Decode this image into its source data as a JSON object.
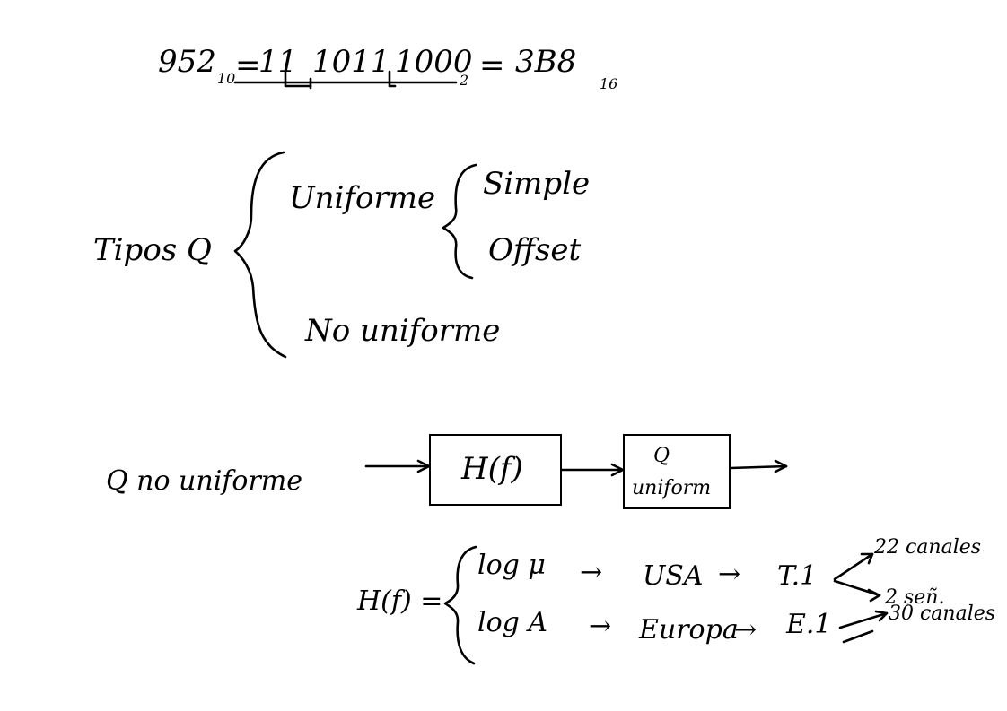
{
  "conversion": {
    "decimal_value": "952",
    "decimal_base": "10",
    "eq1": "=",
    "bits_group1": "11",
    "bits_group2": "1011",
    "bits_group3": "1000",
    "binary_base": "2",
    "eq2": "=",
    "hex_value": "3B8",
    "hex_base": "16"
  },
  "quantizer_types": {
    "label": "Tipos Q",
    "uniform": "Uniforme",
    "uniform_subtypes": [
      "Simple",
      "Offset"
    ],
    "non_uniform": "No uniforme"
  },
  "non_uniform_q": {
    "label": "Q no uniforme",
    "block1": "H(f)",
    "block2_top": "Q",
    "block2_bottom": "uniform"
  },
  "hf": {
    "lhs": "H(f) =",
    "row1": {
      "law": "log μ",
      "arrow1": "→",
      "region": "USA",
      "arrow2": "→",
      "standard": "T.1",
      "branch_top": "22 canales",
      "branch_bottom": "2 señ."
    },
    "row2": {
      "law": "log A",
      "arrow1": "→",
      "region": "Europa",
      "arrow2": "→",
      "standard": "E.1",
      "branch_top": "30 canales"
    }
  },
  "colors": {
    "ink": "#000000",
    "background": "#ffffff"
  }
}
